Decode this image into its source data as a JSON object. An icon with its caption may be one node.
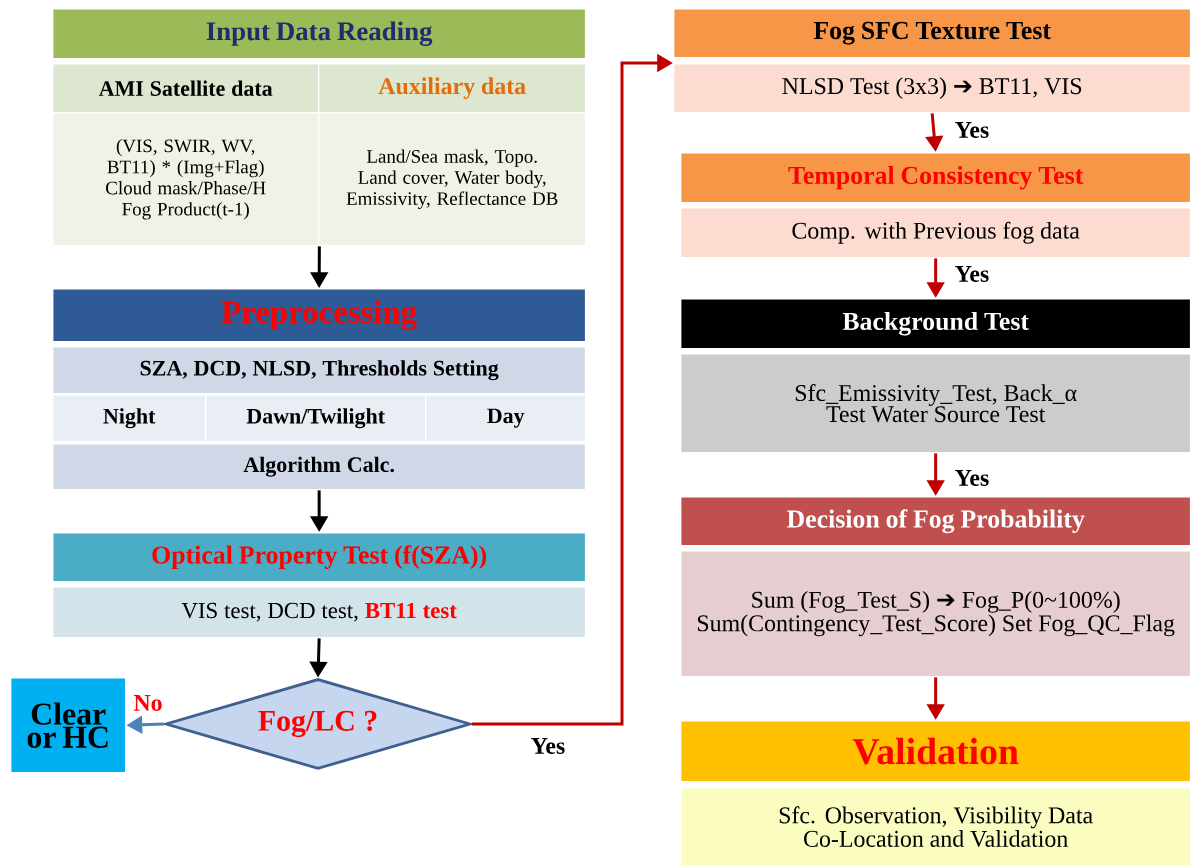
{
  "diagram": {
    "nodes": [
      {
        "text": [
          "Input Data Reading"
        ]
      },
      {
        "text": [
          "AMI Satellite data"
        ]
      },
      {
        "text": [
          "Auxiliary data"
        ]
      },
      {
        "text": [
          "(VIS, SWIR, WV, BT11) * (Img+Flag) Cloud mask/Phase/H Fog Product(t-1)"
        ]
      },
      {
        "text": [
          "Land/Sea mask, Topo. Land cover, Water body, Emissivity, Reflectance DB"
        ]
      },
      {
        "text": [
          "Preprocessing"
        ]
      },
      {
        "text": [
          "SZA, DCD, NLSD, Thresholds Setting"
        ]
      },
      {
        "text": [
          "Night"
        ]
      },
      {
        "text": [
          "Dawn/Twilight"
        ]
      },
      {
        "text": [
          "Day"
        ]
      },
      {
        "text": [
          "Algorithm Calc."
        ]
      },
      {
        "text": [
          "Optical Property Test (f(SZA))"
        ]
      },
      {
        "text": [
          "VIS test, DCD test,",
          "BT11 test"
        ]
      },
      {
        "text": [
          "Fog/LC ?"
        ]
      },
      {
        "text": [
          "Clear or HC"
        ]
      },
      {
        "text": [
          "Fog SFC Texture Test"
        ]
      },
      {
        "text": [
          "NLSD Test (3x3) ➔ BT11, VIS"
        ]
      },
      {
        "text": [
          "Temporal Consistency Test"
        ]
      },
      {
        "text": [
          "Comp. with Previous fog data"
        ]
      },
      {
        "text": [
          "Background Test"
        ]
      },
      {
        "text": [
          "Sfc_Emissivity_Test, Back_α Test Water Source Test"
        ]
      },
      {
        "text": [
          "Decision of Fog Probability"
        ]
      },
      {
        "text": [
          "Sum (Fog_Test_S) ➔ Fog_P(0~100%) Sum(Contingency_Test_Score) Set Fog_QC_Flag"
        ]
      },
      {
        "text": [
          "Validation"
        ]
      },
      {
        "text": [
          "Sfc. Observation, Visibility Data Co-Location and Validation"
        ]
      }
    ],
    "edges": [
      {
        "from": 3,
        "to": 5,
        "arrow": "to",
        "color": "#000000"
      },
      {
        "from": 10,
        "to": 11,
        "arrow": "to",
        "color": "#000000"
      },
      {
        "from": 12,
        "to": 13,
        "arrow": "to",
        "color": "#000000"
      },
      {
        "from": 13,
        "to": 14,
        "arrow": "to",
        "label": "No",
        "color": "#4f81bd"
      },
      {
        "from": 13,
        "to": 16,
        "arrow": "to",
        "label": "Yes"
      },
      {
        "from": 16,
        "to": 17,
        "arrow": "to",
        "label": "Yes"
      },
      {
        "from": 18,
        "to": 19,
        "arrow": "to",
        "label": "Yes"
      },
      {
        "from": 20,
        "to": 21,
        "arrow": "to",
        "label": "Yes"
      },
      {
        "from": 22,
        "to": 23,
        "arrow": "to"
      }
    ]
  }
}
